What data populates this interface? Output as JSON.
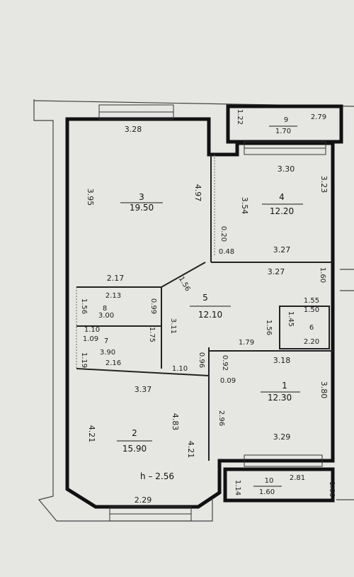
{
  "plan": {
    "ceiling_height": "h – 2.56",
    "rooms": [
      {
        "number": "3",
        "area": "19.50"
      },
      {
        "number": "4",
        "area": "12.20"
      },
      {
        "number": "5",
        "area": "12.10"
      },
      {
        "number": "8",
        "area": "3.00"
      },
      {
        "number": "7",
        "area": "3.90"
      },
      {
        "number": "6",
        "area": "2.20"
      },
      {
        "number": "1",
        "area": "12.30"
      },
      {
        "number": "2",
        "area": "15.90"
      },
      {
        "number": "9",
        "area": "1.70"
      },
      {
        "number": "10",
        "area": "1.60"
      }
    ],
    "dimensions": [
      "3.28",
      "3.95",
      "4.97",
      "3.30",
      "3.23",
      "3.54",
      "0.20",
      "0.48",
      "3.27",
      "3.27",
      "1.60",
      "2.17",
      "1.56",
      "2.13",
      "1.56",
      "0.99",
      "1.10",
      "1.09",
      "1.75",
      "3.11",
      "1.19",
      "2.16",
      "1.10",
      "0.96",
      "1.79",
      "0.92",
      "0.09",
      "1.56",
      "1.45",
      "1.55",
      "1.50",
      "3.18",
      "3.37",
      "4.83",
      "4.21",
      "4.21",
      "2.96",
      "3.80",
      "3.29",
      "2.29",
      "1.22",
      "2.79",
      "1.14",
      "2.81",
      "1.66"
    ]
  }
}
